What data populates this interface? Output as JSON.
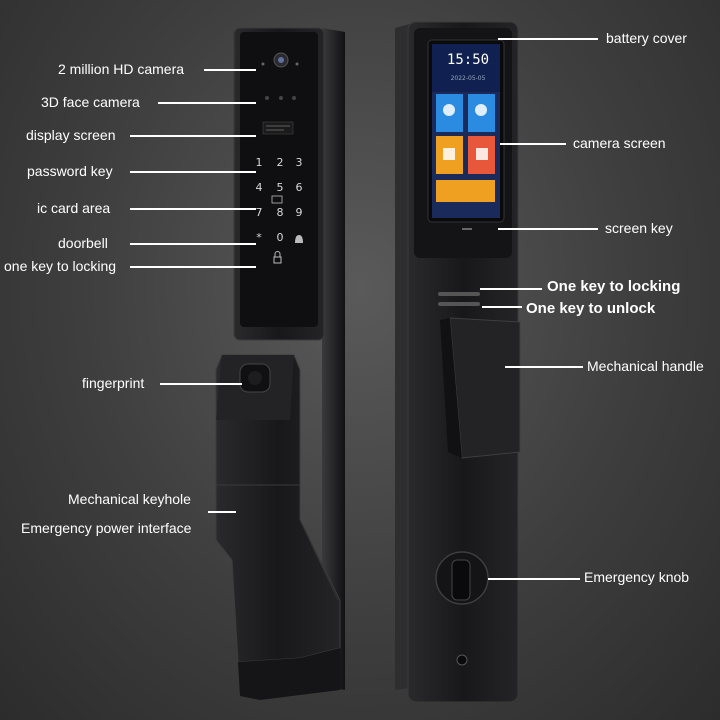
{
  "labels": {
    "camera_hd": "2 million HD camera",
    "face_camera": "3D face camera",
    "display_screen": "display screen",
    "password_key": "password key",
    "ic_card_area": "ic card area",
    "doorbell": "doorbell",
    "one_key_locking_left": "one key to locking",
    "fingerprint": "fingerprint",
    "mechanical_keyhole": "Mechanical keyhole",
    "emergency_power": "Emergency power interface",
    "battery_cover": "battery cover",
    "camera_screen": "camera screen",
    "screen_key": "screen key",
    "one_key_locking_right": "One key to locking",
    "one_key_unlock": "One key to unlock",
    "mechanical_handle": "Mechanical handle",
    "emergency_knob": "Emergency knob"
  },
  "keypad": [
    "1",
    "2",
    "3",
    "4",
    "5",
    "6",
    "7",
    "8",
    "9",
    "*",
    "0"
  ],
  "screen": {
    "time": "15:50",
    "date": "2022-05-05"
  },
  "colors": {
    "tile_blue": "#2a8be0",
    "tile_red": "#e8573a",
    "tile_orange": "#f0a020",
    "lock_body": "#1c1c1e",
    "label_text": "#ffffff"
  }
}
